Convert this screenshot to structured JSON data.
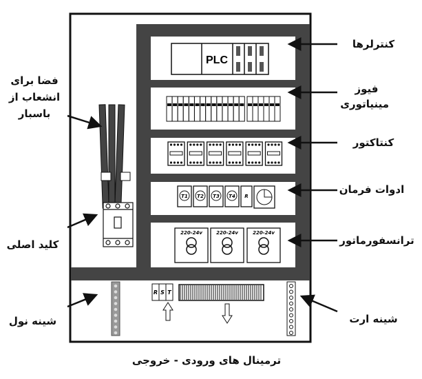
{
  "labels": {
    "controllers": "کنترلرها",
    "mcb": "فیوز مینیاتوری",
    "contactor": "کنتاکتور",
    "control_devices": "ادوات فرمان",
    "transformer": "ترانسفورماتور",
    "earth_bar": "شینه ارت",
    "busbar_space": "فضا برای انشعاب از باسبار",
    "main_switch": "کلید اصلی",
    "neutral_bar": "شینه نول",
    "caption": "ترمینال های ورودی - خروجی"
  },
  "plc_text": "PLC",
  "control_devices": [
    "T1",
    "T2",
    "T3",
    "T4",
    "R"
  ],
  "transformer_rating": "220-24v",
  "terminal_phases": [
    "R",
    "S",
    "T"
  ],
  "colors": {
    "plate": "#444444",
    "line": "#111111",
    "neutral": "#999999"
  }
}
